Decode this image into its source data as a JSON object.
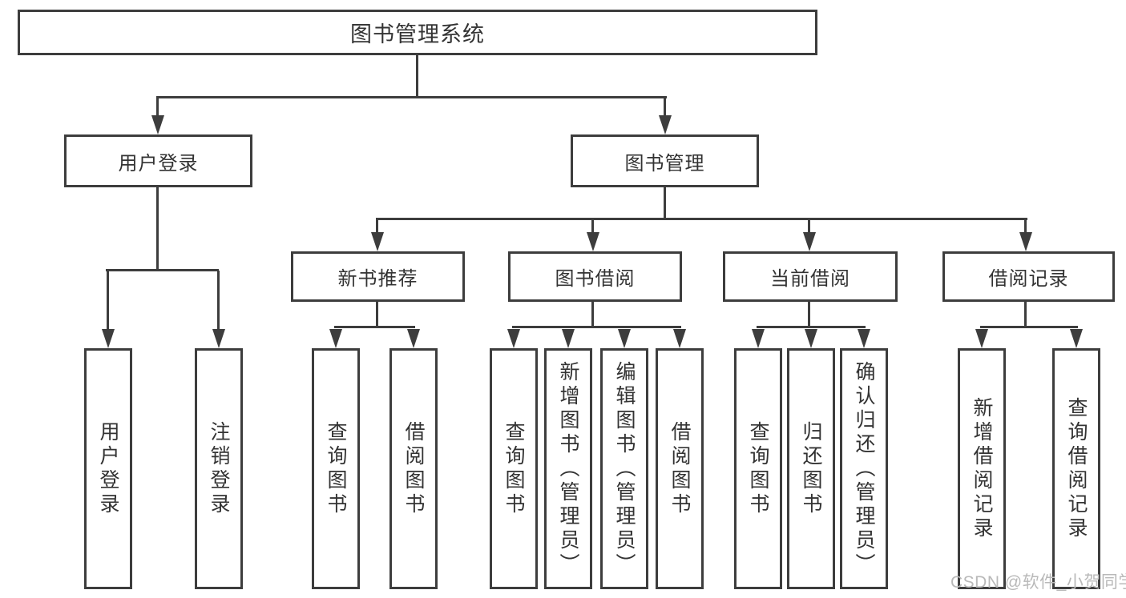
{
  "colors": {
    "line": "#3d3d3d",
    "text": "#333333",
    "watermark": "#b9b9b9",
    "background": "#ffffff"
  },
  "watermark": "CSDN @软件_小贺同学",
  "tree": {
    "root": {
      "label": "图书管理系统"
    },
    "level2": [
      {
        "label": "用户登录"
      },
      {
        "label": "图书管理"
      }
    ],
    "level3": [
      {
        "label": "新书推荐",
        "parent": "图书管理"
      },
      {
        "label": "图书借阅",
        "parent": "图书管理"
      },
      {
        "label": "当前借阅",
        "parent": "图书管理"
      },
      {
        "label": "借阅记录",
        "parent": "图书管理"
      }
    ],
    "leaves": [
      {
        "label": "用户登录",
        "parent": "用户登录"
      },
      {
        "label": "注销登录",
        "parent": "用户登录"
      },
      {
        "label": "查询图书",
        "parent": "新书推荐"
      },
      {
        "label": "借阅图书",
        "parent": "新书推荐"
      },
      {
        "label": "查询图书",
        "parent": "图书借阅"
      },
      {
        "label": "新增图书（管理员）",
        "parent": "图书借阅"
      },
      {
        "label": "编辑图书（管理员）",
        "parent": "图书借阅"
      },
      {
        "label": "借阅图书",
        "parent": "图书借阅"
      },
      {
        "label": "查询图书",
        "parent": "当前借阅"
      },
      {
        "label": "归还图书",
        "parent": "当前借阅"
      },
      {
        "label": "确认归还（管理员）",
        "parent": "当前借阅"
      },
      {
        "label": "新增借阅记录",
        "parent": "借阅记录"
      },
      {
        "label": "查询借阅记录",
        "parent": "借阅记录"
      }
    ]
  }
}
